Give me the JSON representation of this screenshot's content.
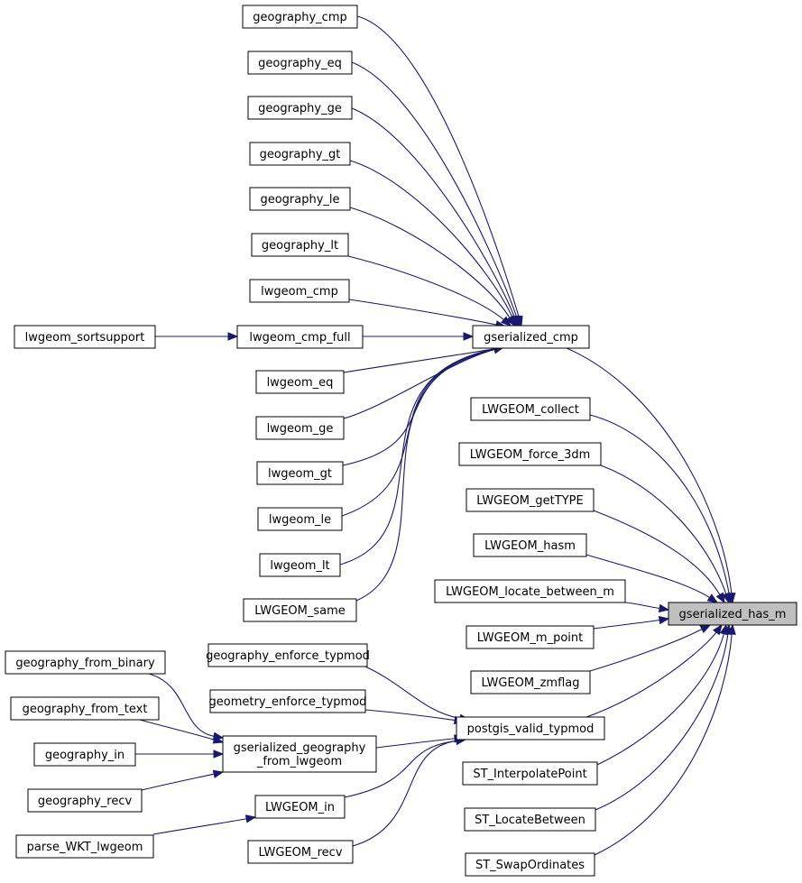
{
  "diagram": {
    "nodes": [
      {
        "id": "geography_cmp",
        "label": "geography_cmp"
      },
      {
        "id": "geography_eq",
        "label": "geography_eq"
      },
      {
        "id": "geography_ge",
        "label": "geography_ge"
      },
      {
        "id": "geography_gt",
        "label": "geography_gt"
      },
      {
        "id": "geography_le",
        "label": "geography_le"
      },
      {
        "id": "geography_lt",
        "label": "geography_lt"
      },
      {
        "id": "lwgeom_cmp",
        "label": "lwgeom_cmp"
      },
      {
        "id": "lwgeom_sortsupport",
        "label": "lwgeom_sortsupport"
      },
      {
        "id": "lwgeom_cmp_full",
        "label": "lwgeom_cmp_full"
      },
      {
        "id": "gserialized_cmp",
        "label": "gserialized_cmp"
      },
      {
        "id": "lwgeom_eq",
        "label": "lwgeom_eq"
      },
      {
        "id": "lwgeom_ge",
        "label": "lwgeom_ge"
      },
      {
        "id": "lwgeom_gt",
        "label": "lwgeom_gt"
      },
      {
        "id": "lwgeom_le",
        "label": "lwgeom_le"
      },
      {
        "id": "lwgeom_lt",
        "label": "lwgeom_lt"
      },
      {
        "id": "LWGEOM_same",
        "label": "LWGEOM_same"
      },
      {
        "id": "LWGEOM_collect",
        "label": "LWGEOM_collect"
      },
      {
        "id": "LWGEOM_force_3dm",
        "label": "LWGEOM_force_3dm"
      },
      {
        "id": "LWGEOM_getTYPE",
        "label": "LWGEOM_getTYPE"
      },
      {
        "id": "LWGEOM_hasm",
        "label": "LWGEOM_hasm"
      },
      {
        "id": "LWGEOM_locate_between_m",
        "label": "LWGEOM_locate_between_m"
      },
      {
        "id": "gserialized_has_m",
        "label": "gserialized_has_m"
      },
      {
        "id": "LWGEOM_m_point",
        "label": "LWGEOM_m_point"
      },
      {
        "id": "LWGEOM_zmflag",
        "label": "LWGEOM_zmflag"
      },
      {
        "id": "geography_enforce_typmod",
        "label": "geography_enforce_typmod"
      },
      {
        "id": "geometry_enforce_typmod",
        "label": "geometry_enforce_typmod"
      },
      {
        "id": "postgis_valid_typmod",
        "label": "postgis_valid_typmod"
      },
      {
        "id": "geography_from_binary",
        "label": "geography_from_binary"
      },
      {
        "id": "geography_from_text",
        "label": "geography_from_text"
      },
      {
        "id": "geography_in",
        "label": "geography_in"
      },
      {
        "id": "gserialized_geography_from_lwgeom",
        "label_lines": [
          "gserialized_geography",
          "_from_lwgeom"
        ]
      },
      {
        "id": "geography_recv",
        "label": "geography_recv"
      },
      {
        "id": "LWGEOM_in",
        "label": "LWGEOM_in"
      },
      {
        "id": "parse_WKT_lwgeom",
        "label": "parse_WKT_lwgeom"
      },
      {
        "id": "LWGEOM_recv",
        "label": "LWGEOM_recv"
      },
      {
        "id": "ST_InterpolatePoint",
        "label": "ST_InterpolatePoint"
      },
      {
        "id": "ST_LocateBetween",
        "label": "ST_LocateBetween"
      },
      {
        "id": "ST_SwapOrdinates",
        "label": "ST_SwapOrdinates"
      }
    ],
    "edges": [
      {
        "from": "geography_cmp",
        "to": "gserialized_cmp"
      },
      {
        "from": "geography_eq",
        "to": "gserialized_cmp"
      },
      {
        "from": "geography_ge",
        "to": "gserialized_cmp"
      },
      {
        "from": "geography_gt",
        "to": "gserialized_cmp"
      },
      {
        "from": "geography_le",
        "to": "gserialized_cmp"
      },
      {
        "from": "geography_lt",
        "to": "gserialized_cmp"
      },
      {
        "from": "lwgeom_cmp",
        "to": "gserialized_cmp"
      },
      {
        "from": "lwgeom_sortsupport",
        "to": "lwgeom_cmp_full"
      },
      {
        "from": "lwgeom_cmp_full",
        "to": "gserialized_cmp"
      },
      {
        "from": "lwgeom_eq",
        "to": "gserialized_cmp"
      },
      {
        "from": "lwgeom_ge",
        "to": "gserialized_cmp"
      },
      {
        "from": "lwgeom_gt",
        "to": "gserialized_cmp"
      },
      {
        "from": "lwgeom_le",
        "to": "gserialized_cmp"
      },
      {
        "from": "lwgeom_lt",
        "to": "gserialized_cmp"
      },
      {
        "from": "LWGEOM_same",
        "to": "gserialized_cmp"
      },
      {
        "from": "gserialized_cmp",
        "to": "gserialized_has_m"
      },
      {
        "from": "LWGEOM_collect",
        "to": "gserialized_has_m"
      },
      {
        "from": "LWGEOM_force_3dm",
        "to": "gserialized_has_m"
      },
      {
        "from": "LWGEOM_getTYPE",
        "to": "gserialized_has_m"
      },
      {
        "from": "LWGEOM_hasm",
        "to": "gserialized_has_m"
      },
      {
        "from": "LWGEOM_locate_between_m",
        "to": "gserialized_has_m"
      },
      {
        "from": "LWGEOM_m_point",
        "to": "gserialized_has_m"
      },
      {
        "from": "LWGEOM_zmflag",
        "to": "gserialized_has_m"
      },
      {
        "from": "postgis_valid_typmod",
        "to": "gserialized_has_m"
      },
      {
        "from": "ST_InterpolatePoint",
        "to": "gserialized_has_m"
      },
      {
        "from": "ST_LocateBetween",
        "to": "gserialized_has_m"
      },
      {
        "from": "ST_SwapOrdinates",
        "to": "gserialized_has_m"
      },
      {
        "from": "geography_enforce_typmod",
        "to": "postgis_valid_typmod"
      },
      {
        "from": "geometry_enforce_typmod",
        "to": "postgis_valid_typmod"
      },
      {
        "from": "gserialized_geography_from_lwgeom",
        "to": "postgis_valid_typmod"
      },
      {
        "from": "LWGEOM_in",
        "to": "postgis_valid_typmod"
      },
      {
        "from": "LWGEOM_recv",
        "to": "postgis_valid_typmod"
      },
      {
        "from": "geography_from_binary",
        "to": "gserialized_geography_from_lwgeom"
      },
      {
        "from": "geography_from_text",
        "to": "gserialized_geography_from_lwgeom"
      },
      {
        "from": "geography_in",
        "to": "gserialized_geography_from_lwgeom"
      },
      {
        "from": "geography_recv",
        "to": "gserialized_geography_from_lwgeom"
      },
      {
        "from": "parse_WKT_lwgeom",
        "to": "LWGEOM_in"
      }
    ],
    "colors": {
      "edge": "#191970",
      "focus_fill": "#bfbfbf",
      "node_fill": "#ffffff",
      "node_stroke": "#000000"
    },
    "focus_node": "gserialized_has_m"
  }
}
